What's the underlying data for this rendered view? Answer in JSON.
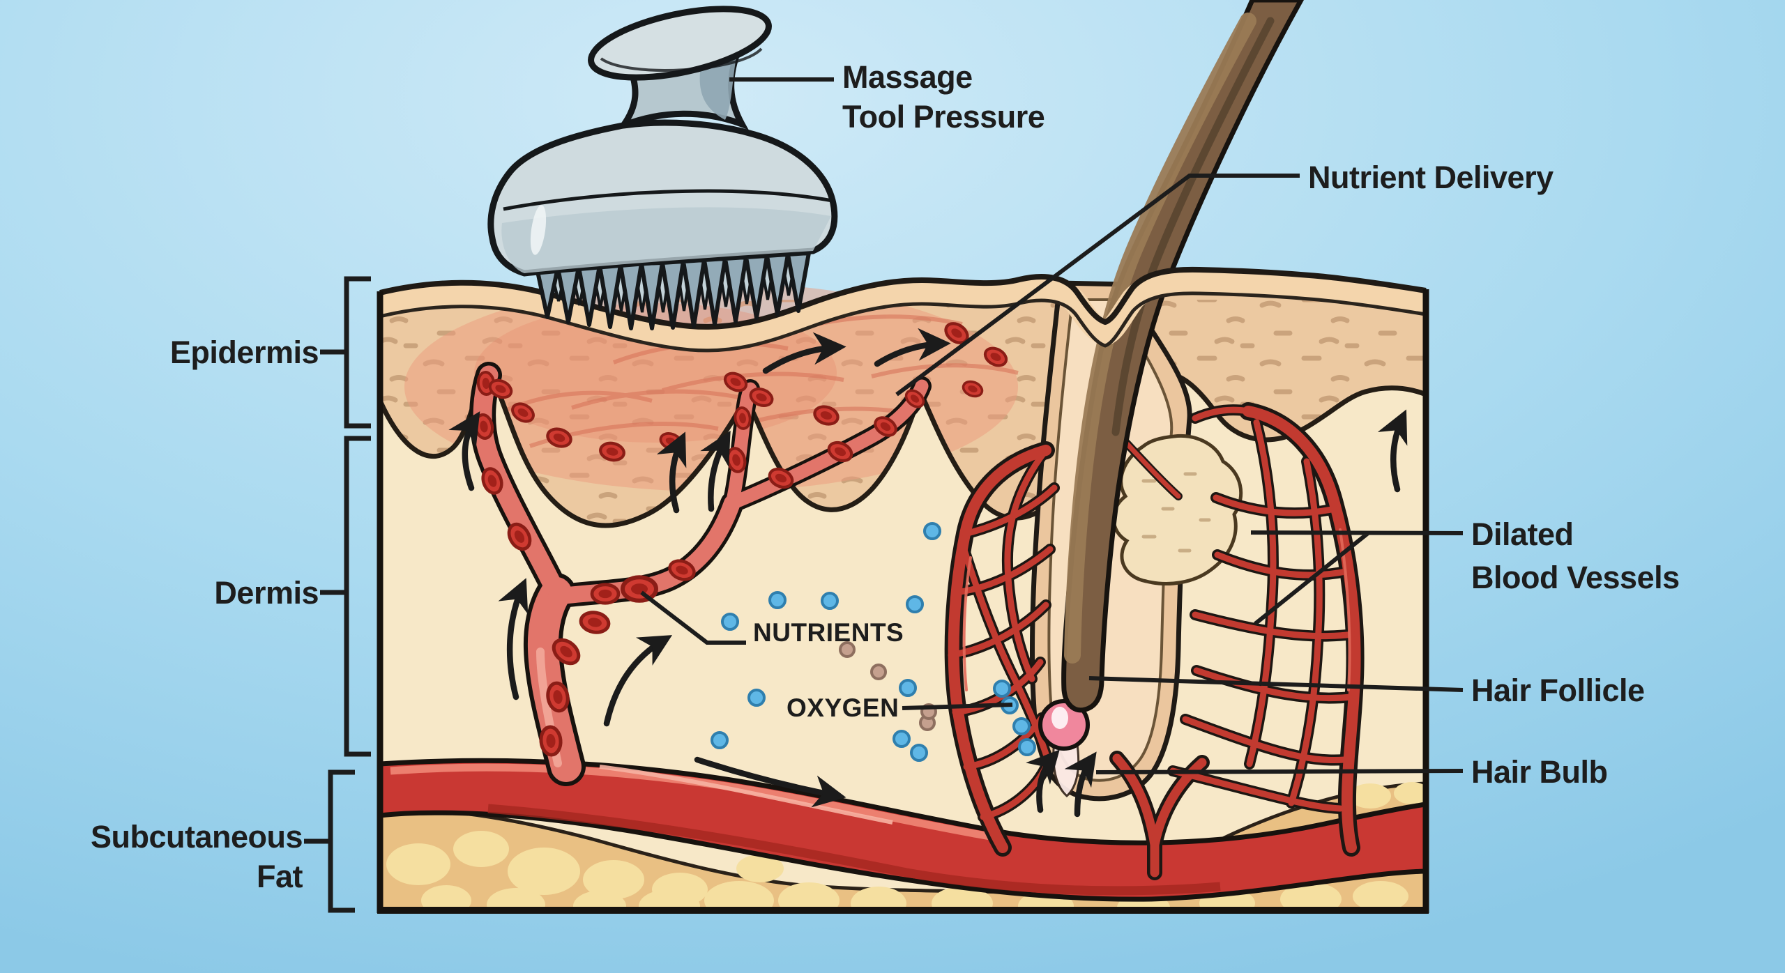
{
  "figure": {
    "kind": "anatomical cross-section diagram",
    "subject": "scalp skin layers under massage tool pressure"
  },
  "labels": {
    "massage_tool": {
      "lines": [
        "Massage",
        "Tool Pressure"
      ]
    },
    "nutrient_delivery": {
      "text": "Nutrient Delivery"
    },
    "dilated_vessels": {
      "lines": [
        "Dilated",
        "Blood Vessels"
      ]
    },
    "hair_follicle": {
      "text": "Hair Follicle"
    },
    "hair_bulb": {
      "text": "Hair Bulb"
    },
    "epidermis": {
      "text": "Epidermis"
    },
    "dermis": {
      "text": "Dermis"
    },
    "subcutaneous_fat": {
      "lines": [
        "Subcutaneous",
        "Fat"
      ]
    },
    "nutrients": {
      "text": "NUTRIENTS"
    },
    "oxygen": {
      "text": "OXYGEN"
    }
  },
  "colors": {
    "sky_center": "#cfeaf7",
    "sky_edge": "#8cc9e7",
    "outline": "#17120e",
    "text": "#1d1d1d",
    "dermis": "#f7e8c8",
    "epidermis": "#ecc9a1",
    "stratum_corneum": "#f4d5ac",
    "flush_pink": "#eb9b7e",
    "subcutaneous_fat": "#e9c083",
    "fat_lobule": "#f5dfa0",
    "artery_red": "#c93833",
    "vessel_pink": "#e2756a",
    "capillary_red": "#c23a30",
    "blood_cell": "#cf3a31",
    "hair_brown": "#7c5e43",
    "bulb_pink": "#f0879d",
    "oxygen_dot": "#5fb7e6",
    "nutrient_dot": "#c5a08e",
    "tool_gray": "#cfdbdf"
  }
}
